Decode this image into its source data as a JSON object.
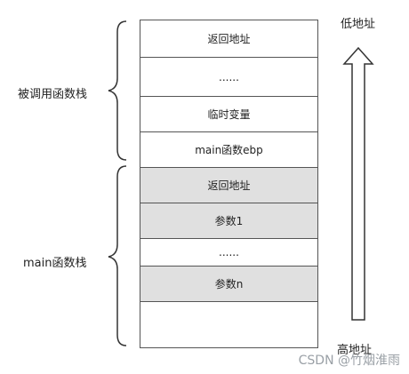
{
  "stack_cells": [
    {
      "label": "返回地址",
      "shaded": false
    },
    {
      "label": "......",
      "shaded": false
    },
    {
      "label": "临时变量",
      "shaded": false
    },
    {
      "label": "main函数ebp",
      "shaded": false
    },
    {
      "label": "返回地址",
      "shaded": true
    },
    {
      "label": "参数1",
      "shaded": true
    },
    {
      "label": "......",
      "shaded": false
    },
    {
      "label": "参数n",
      "shaded": true
    },
    {
      "label": "",
      "shaded": false
    }
  ],
  "groups": {
    "callee_label": "被调用函数栈",
    "main_label": "main函数栈"
  },
  "addresses": {
    "low": "低地址",
    "high": "高地址"
  },
  "colors": {
    "shaded_cell": "#e0e0e0",
    "border": "#555555"
  },
  "watermark": "CSDN @竹烟淮雨"
}
